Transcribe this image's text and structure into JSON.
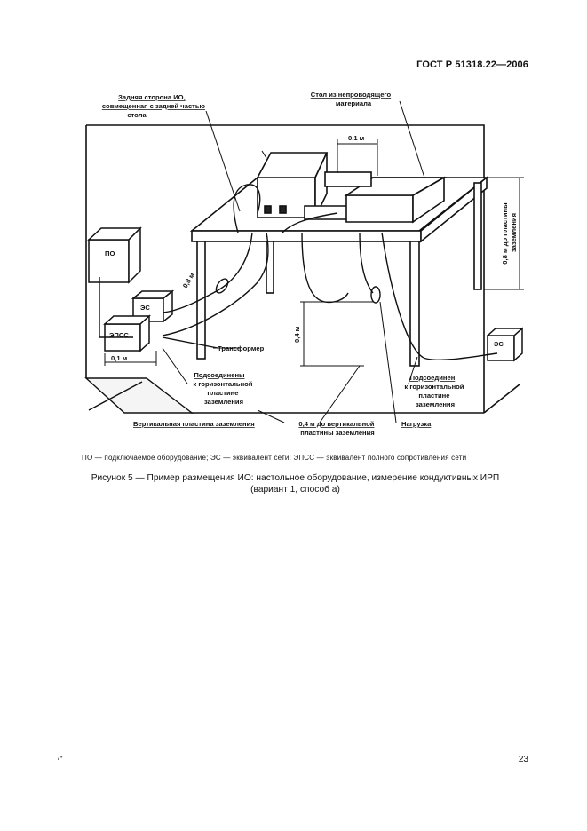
{
  "header": {
    "standard": "ГОСТ Р 51318.22—2006"
  },
  "figure": {
    "labels": {
      "back_side": [
        "Задняя сторона ИО,",
        "совмещенная с задней частью",
        "стола"
      ],
      "table_nonconductive": [
        "Стол из непроводящего",
        "материала"
      ],
      "dim_01_top": "0,1 м",
      "dim_08_side": [
        "0,8 м до пластины",
        "заземления"
      ],
      "dim_08_cable": "0,8 м",
      "po_box": "ПО",
      "es_box_left": "ЭС",
      "epss_box": "ЭПСС",
      "es_box_right": "ЭС",
      "dim_04_height": "0,4 м",
      "transformer": "Трансформер",
      "dim_01_bottom": "0,1 м",
      "bonded_left": [
        "Подсоединены",
        "к горизонтальной",
        "пластине",
        "заземления"
      ],
      "bonded_right": [
        "Подсоединен",
        "к горизонтальной",
        "пластине",
        "заземления"
      ],
      "vertical_plate": "Вертикальная пластина заземления",
      "dim_04_vertical": [
        "0,4 м до вертикальной",
        "пластины заземления"
      ],
      "load": "Нагрузка"
    }
  },
  "legend": "ПО — подключаемое оборудование; ЭС — эквивалент сети; ЭПСС — эквивалент полного сопротивления сети",
  "caption": {
    "line1": "Рисунок 5 — Пример размещения ИО: настольное оборудование, измерение кондуктивных ИРП",
    "line2": "(вариант 1, способ  а)"
  },
  "footer": {
    "left_mark": "7*",
    "page_number": "23"
  }
}
